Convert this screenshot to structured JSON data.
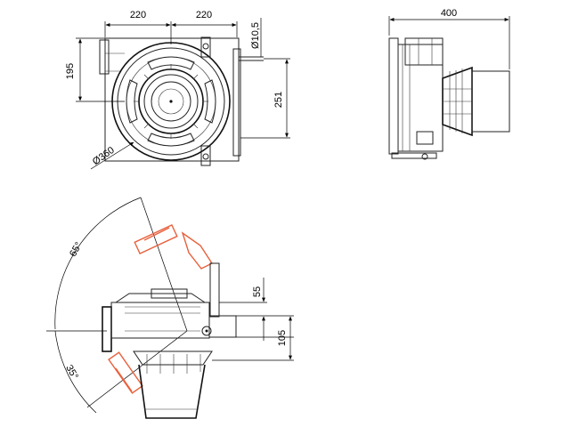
{
  "dimensions": {
    "top_width_left": "220",
    "top_width_right": "220",
    "hole_diameter": "Ø10,5",
    "height_195": "195",
    "height_251": "251",
    "diameter_360": "Ø360",
    "side_width": "400",
    "angle_up": "65°",
    "angle_down": "35°",
    "height_55": "55",
    "height_105": "105"
  },
  "colors": {
    "line": "#222222",
    "accent": "#e8613d"
  }
}
